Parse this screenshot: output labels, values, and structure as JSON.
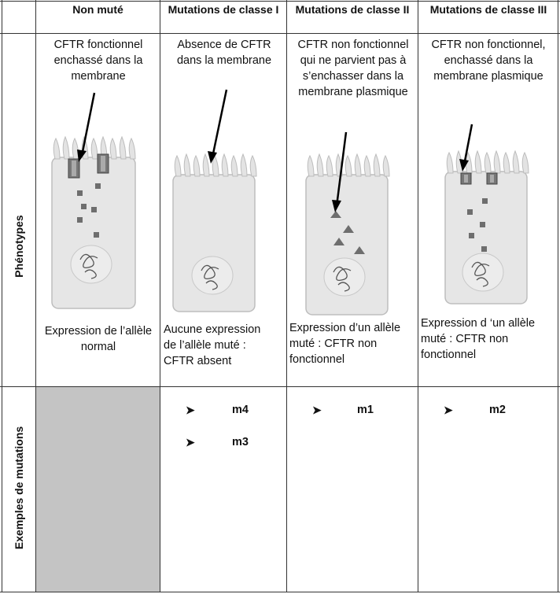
{
  "headers": {
    "col1": "Non muté",
    "col2": "Mutations de classe I",
    "col3": "Mutations de classe II",
    "col4": "Mutations de classe III"
  },
  "row_labels": {
    "phenotypes": "Phénotypes",
    "exemples": "Exemples de mutations"
  },
  "phenotypes": {
    "col1_top": "CFTR fonctionnel enchassé dans la membrane",
    "col1_bottom": "Expression de l’allèle normal",
    "col2_top": "Absence de CFTR dans la membrane",
    "col2_bottom": "Aucune expression de l’allèle muté : CFTR absent",
    "col3_top": "CFTR non fonctionnel qui ne parvient pas à s’enchasser dans la membrane plasmique",
    "col3_bottom": "Expression d’un allèle muté : CFTR non fonctionnel",
    "col4_top": "CFTR non fonctionnel, enchassé dans la membrane plasmique",
    "col4_bottom": "Expression d ‘un allèle muté : CFTR non fonctionnel"
  },
  "examples": {
    "bullet": "➤",
    "col2": [
      "m4",
      "m3"
    ],
    "col3": [
      "m1"
    ],
    "col4": [
      "m2"
    ]
  },
  "colors": {
    "border": "#333333",
    "shade": "#c4c4c4",
    "cell_fill": "#e6e6e6",
    "cell_outline": "#bdbdbd",
    "protein": "#6e6e6e"
  }
}
